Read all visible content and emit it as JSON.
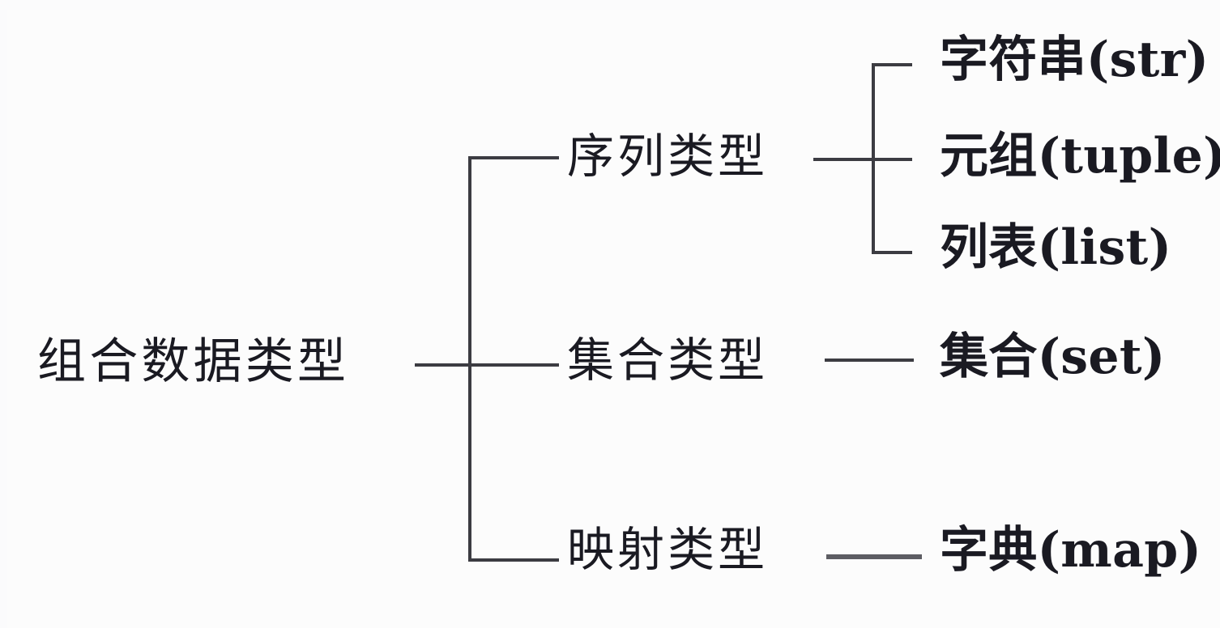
{
  "diagram": {
    "title": "组合数据类型",
    "type": "hierarchy-tree",
    "root": {
      "label": "组合数据类型"
    },
    "branches": [
      {
        "label": "序列类型",
        "leaves": [
          {
            "label": "字符串(str)"
          },
          {
            "label": "元组(tuple)"
          },
          {
            "label": "列表(list)"
          }
        ]
      },
      {
        "label": "集合类型",
        "leaves": [
          {
            "label": "集合(set)"
          }
        ]
      },
      {
        "label": "映射类型",
        "leaves": [
          {
            "label": "字典(map)"
          }
        ]
      }
    ],
    "colors": {
      "background": "#fcfcfc",
      "text": "#1a1a22",
      "line": "#3c3c42",
      "line_soft": "#5d5d63"
    }
  }
}
